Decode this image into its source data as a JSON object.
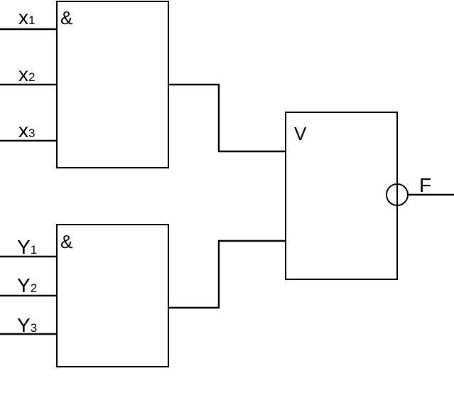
{
  "gates": {
    "and_top": {
      "symbol": "&"
    },
    "and_bottom": {
      "symbol": "&"
    },
    "or_gate": {
      "symbol": "V"
    }
  },
  "inputs_top": [
    {
      "letter": "x",
      "index": "1"
    },
    {
      "letter": "x",
      "index": "2"
    },
    {
      "letter": "x",
      "index": "3"
    }
  ],
  "inputs_bottom": [
    {
      "letter": "Y",
      "index": "1"
    },
    {
      "letter": "Y",
      "index": "2"
    },
    {
      "letter": "Y",
      "index": "3"
    }
  ],
  "output": {
    "label": "F",
    "inverted": true
  }
}
